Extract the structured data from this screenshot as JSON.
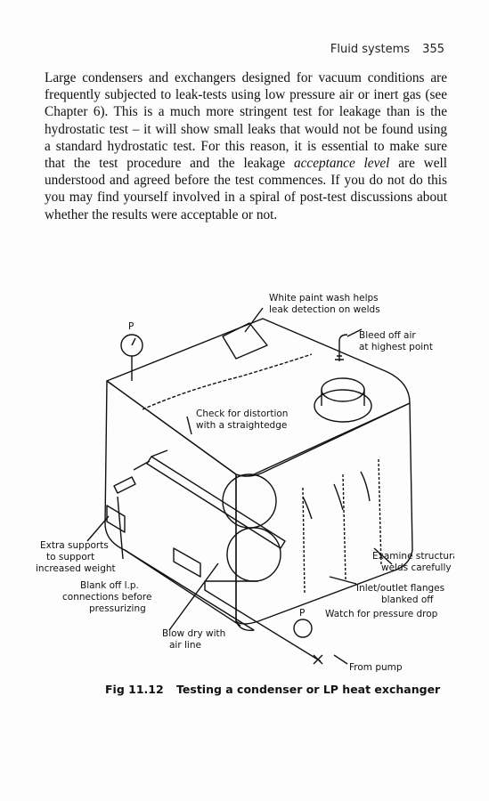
{
  "header": {
    "section_title": "Fluid systems",
    "page_number": "355"
  },
  "body": {
    "lines": [
      "Large condensers and exchangers designed for vacuum conditions are",
      "frequently subjected to leak-tests using low pressure air or inert gas (see",
      "Chapter 6). This is a much more stringent test for leakage than is the",
      "hydrostatic test – it will show small leaks that would not be found using",
      "a standard hydrostatic test. For this reason, it is essential to make sure",
      "that the test procedure and the leakage ",
      "understood and agreed before the test commences. If you do not do this",
      "you may find yourself involved in a spiral of post-test discussions about",
      "whether the results were acceptable or not."
    ],
    "emphasis": "acceptance level",
    "line6_tail": " are well"
  },
  "figure": {
    "labels": {
      "white_paint_1": "White paint wash helps",
      "white_paint_2": "leak detection on welds",
      "bleed_1": "Bleed off air",
      "bleed_2": "at highest point",
      "distortion_1": "Check for distortion",
      "distortion_2": "with a straightedge",
      "supports_1": "Extra supports",
      "supports_2": "to support",
      "supports_3": "increased weight",
      "blank_1": "Blank off l.p.",
      "blank_2": "connections before",
      "blank_3": "pressurizing",
      "structural_1": "Examine structural",
      "structural_2": "welds carefully",
      "inlet_1": "Inlet/outlet flanges",
      "inlet_2": "blanked off",
      "watch": "Watch for pressure drop",
      "blow_1": "Blow dry with",
      "blow_2": "air line",
      "pump": "From pump",
      "gauge_top": "P",
      "gauge_bottom": "P"
    }
  },
  "caption": {
    "number": "Fig 11.12",
    "text": "Testing a condenser or LP heat exchanger"
  }
}
